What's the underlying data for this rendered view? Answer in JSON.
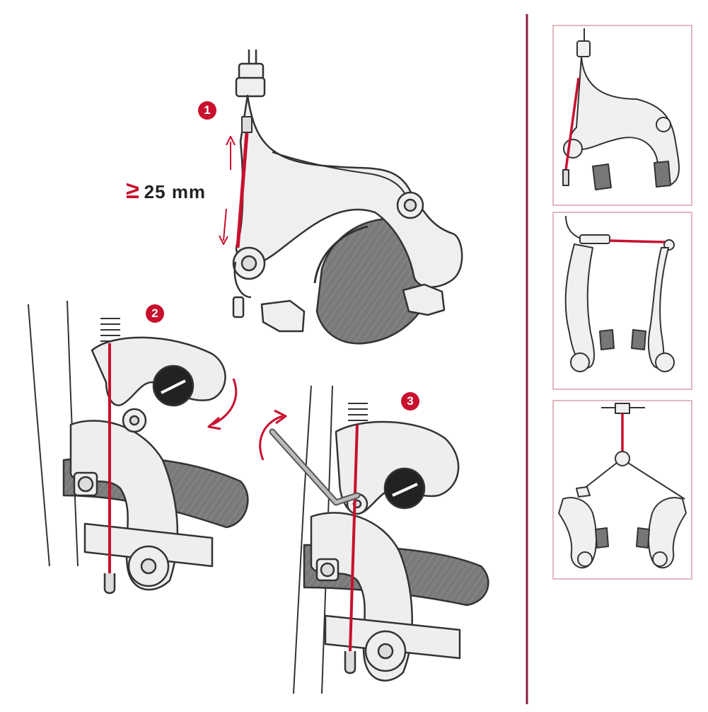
{
  "steps": [
    {
      "number": "1"
    },
    {
      "number": "2"
    },
    {
      "number": "3"
    }
  ],
  "measurement": {
    "symbol": "≥",
    "value": "25 mm"
  },
  "colors": {
    "accent": "#c8102e",
    "divider": "#8b1e3f",
    "line": "#333333",
    "metal": "#e9e9e9",
    "tire": "#6d6d6d"
  },
  "side_panels": [
    {
      "caption_icon": "dual-pivot-caliper-brake"
    },
    {
      "caption_icon": "v-brake"
    },
    {
      "caption_icon": "cantilever-brake"
    }
  ]
}
